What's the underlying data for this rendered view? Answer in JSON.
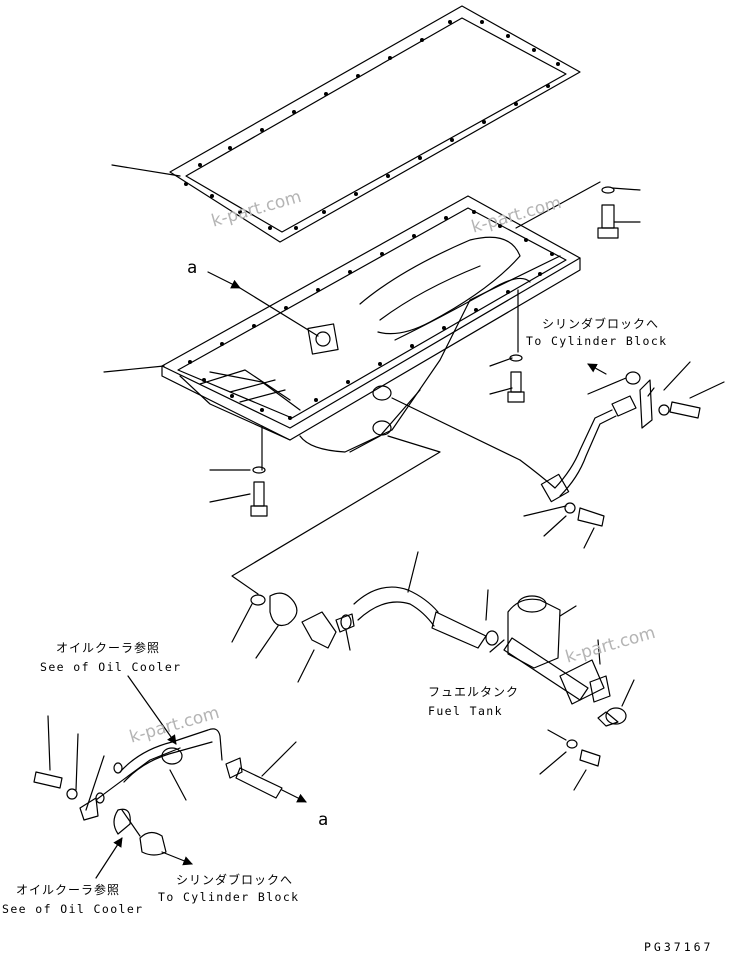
{
  "labels": {
    "ref_a_top": "a",
    "ref_a_bottom": "a",
    "to_cylinder_block_jp_1": "シリンダブロックへ",
    "to_cylinder_block_en_1": "To Cylinder Block",
    "fuel_tank_jp": "フュエルタンク",
    "fuel_tank_en": "Fuel Tank",
    "oil_cooler_jp_1": "オイルクーラ参照",
    "oil_cooler_en_1": "See of Oil Cooler",
    "oil_cooler_jp_2": "オイルクーラ参照",
    "oil_cooler_en_2": "See of Oil Cooler",
    "to_cylinder_block_jp_2": "シリンダブロックへ",
    "to_cylinder_block_en_2": "To Cylinder Block",
    "figure_code": "PG37167"
  },
  "watermarks": [
    "k-part.com",
    "k-part.com",
    "k-part.com",
    "k-part.com"
  ],
  "colors": {
    "line": "#000000",
    "watermark": "#b4b4b4",
    "background": "#ffffff"
  }
}
